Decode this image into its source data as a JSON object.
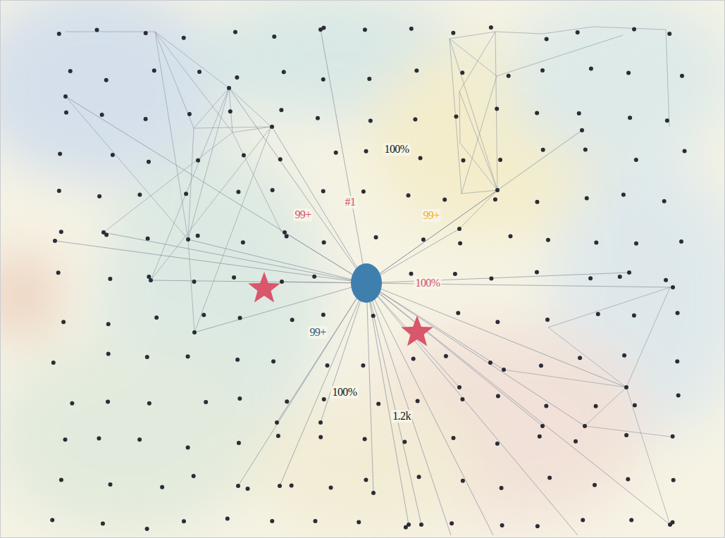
{
  "diagram": {
    "labels": [
      "100%",
      "#1",
      "99+",
      "99+",
      "100%",
      "99+",
      "100%",
      "1.2k"
    ]
  }
}
